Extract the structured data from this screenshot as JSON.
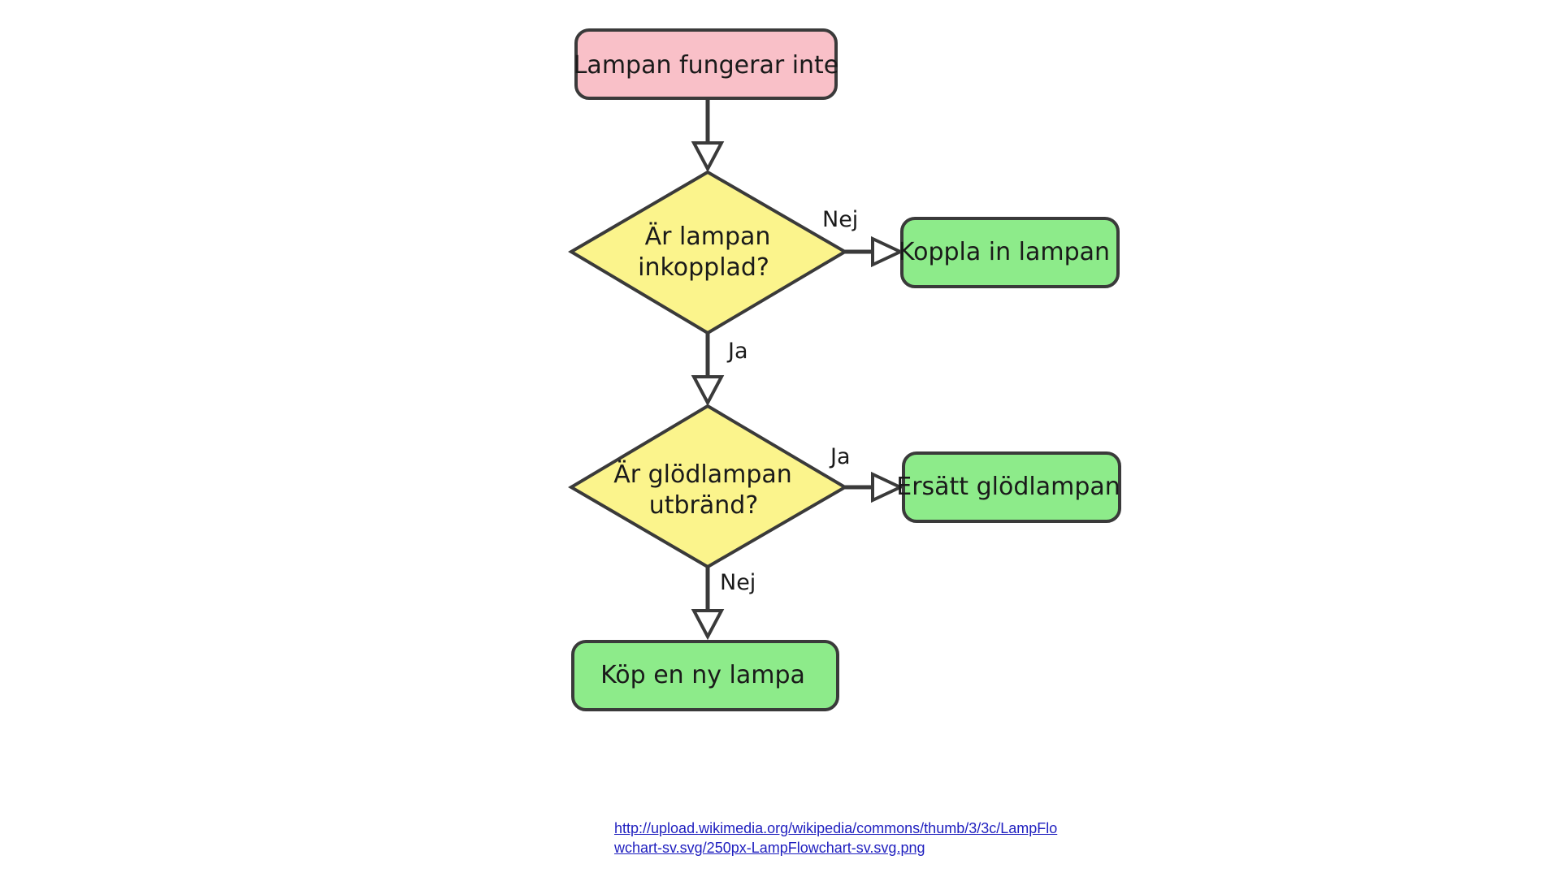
{
  "flowchart": {
    "start": {
      "label": "Lampan fungerar inte",
      "color": "#f9c0c8"
    },
    "decision1": {
      "line1": "Är lampan",
      "line2": "inkopplad?",
      "color": "#fbf48c"
    },
    "action1": {
      "label": "Koppla in lampan",
      "color": "#8deb8a"
    },
    "decision2": {
      "line1": "Är glödlampan",
      "line2": "utbränd?",
      "color": "#fbf48c"
    },
    "action2": {
      "label": "Ersätt glödlampan",
      "color": "#8deb8a"
    },
    "action3": {
      "label": "Köp en ny lampa",
      "color": "#8deb8a"
    },
    "edges": {
      "d1_no": "Nej",
      "d1_yes": "Ja",
      "d2_yes": "Ja",
      "d2_no": "Nej"
    }
  },
  "source": {
    "line1": "http://upload.wikimedia.org/wikipedia/commons/thumb/3/3c/LampFlo",
    "line2": "wchart-sv.svg/250px-LampFlowchart-sv.svg.png"
  }
}
